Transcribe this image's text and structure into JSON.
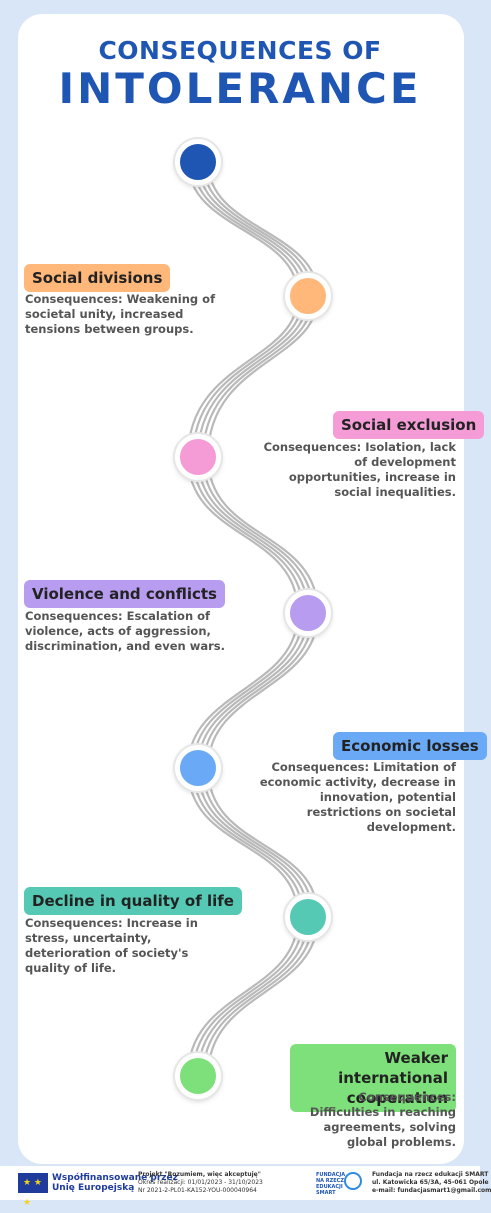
{
  "title": {
    "line1": "CONSEQUENCES OF",
    "line2": "INTOLERANCE"
  },
  "colors": {
    "accent": "#1f56b3",
    "node_blue": "#1f56b3",
    "orange": "#ffb77a",
    "pink": "#f59bd6",
    "purple": "#b79cf0",
    "light_blue": "#6aa9f5",
    "teal": "#56c9b4",
    "green": "#7ee07a"
  },
  "items": [
    {
      "label": "Social divisions",
      "desc": "Consequences: Weakening of societal unity, increased tensions between groups."
    },
    {
      "label": "Social exclusion",
      "desc": "Consequences: Isolation, lack of development opportunities, increase in social inequalities."
    },
    {
      "label": "Violence and conflicts",
      "desc": "Consequences: Escalation of violence, acts of aggression, discrimination, and even wars."
    },
    {
      "label": "Economic losses",
      "desc": "Consequences: Limitation of economic activity, decrease in innovation, potential restrictions on societal development."
    },
    {
      "label": "Decline in quality of life",
      "desc": "Consequences: Increase in stress, uncertainty, deterioration of society's quality of life."
    },
    {
      "label": "Weaker international cooperation",
      "desc": "Consequences: Difficulties in reaching agreements, solving global problems."
    }
  ],
  "footer": {
    "eu_line1": "Współfinansowane przez",
    "eu_line2": "Unię Europejską",
    "project_line1": "Projekt \"Rozumiem, więc akceptuję\"",
    "project_line2": "Okres realizacji: 01/01/2023 - 31/10/2023",
    "project_line3": "Nr 2021-2-PL01-KA152-YOU-000040964",
    "logo_text": "FUNDACJA NA RZECZ EDUKACJI SMART",
    "foundation_line1": "Fundacja na rzecz edukacji SMART",
    "foundation_line2": "ul. Katowicka 65/3A, 45-061 Opole",
    "foundation_line3": "e-mail: fundacjasmart1@gmail.com"
  }
}
